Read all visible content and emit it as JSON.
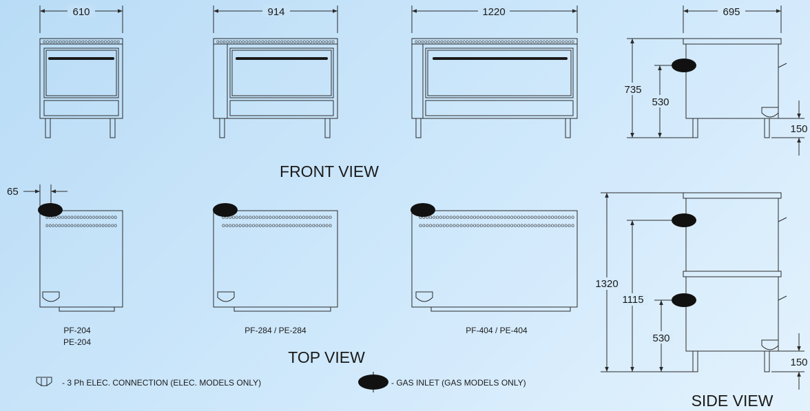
{
  "dimensions": {
    "front_610": "610",
    "front_914": "914",
    "front_1220": "1220",
    "side_695": "695",
    "side_735": "735",
    "side_530_top": "530",
    "side_150_top": "150",
    "top_65": "65",
    "side_1320": "1320",
    "side_1115": "1115",
    "side_530_bottom": "530",
    "side_150_bottom": "150"
  },
  "titles": {
    "front_view": "FRONT VIEW",
    "top_view": "TOP VIEW",
    "side_view": "SIDE VIEW"
  },
  "models": {
    "small_line1": "PF-204",
    "small_line2": "PE-204",
    "medium": "PF-284 / PE-284",
    "large": "PF-404 / PE-404"
  },
  "legend": {
    "elec_icon": "elec-connection-symbol",
    "elec_text": "- 3 Ph ELEC. CONNECTION (ELEC. MODELS ONLY)",
    "gas_icon": "gas-inlet-symbol",
    "gas_text": "- GAS INLET (GAS MODELS ONLY)"
  },
  "colors": {
    "background": "#c5e4f8",
    "line": "#2a2a2a",
    "gas_inlet": "#111111"
  }
}
